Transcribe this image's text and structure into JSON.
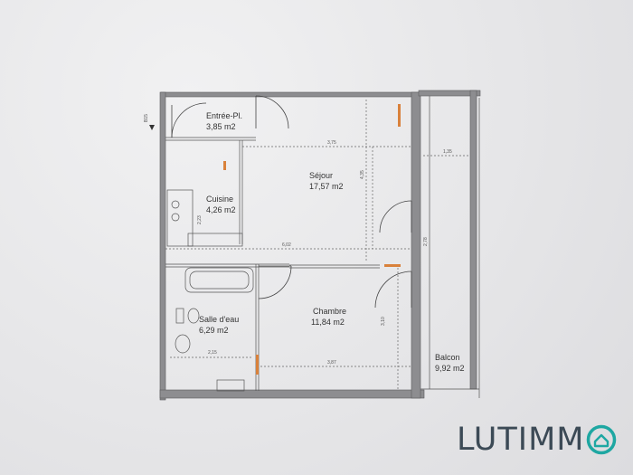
{
  "plan": {
    "stair_label": "B15",
    "rooms": [
      {
        "id": "entree",
        "name": "Entrée-Pl.",
        "area": "3,85 m2"
      },
      {
        "id": "sejour",
        "name": "Séjour",
        "area": "17,57 m2"
      },
      {
        "id": "cuisine",
        "name": "Cuisine",
        "area": "4,26 m2"
      },
      {
        "id": "chambre",
        "name": "Chambre",
        "area": "11,84 m2"
      },
      {
        "id": "salle",
        "name": "Salle d'eau",
        "area": "6,29 m2"
      },
      {
        "id": "balcon",
        "name": "Balcon",
        "area": "9,92 m2"
      }
    ],
    "dimensions": {
      "sejour_width": "3,75",
      "sejour_depth": "4,35",
      "balcon_width": "1,35",
      "balcon_depth": "2,78",
      "living_total": "6,02",
      "chambre_depth": "3,10",
      "chambre_width": "3,87",
      "salle_width": "2,15",
      "cuisine_depth": "2,23"
    }
  },
  "logo": {
    "text": "LUTIMM",
    "mark_icon": "house-circle-icon",
    "colors": {
      "text": "#3c4a56",
      "mark": "#1ea7a2"
    }
  }
}
